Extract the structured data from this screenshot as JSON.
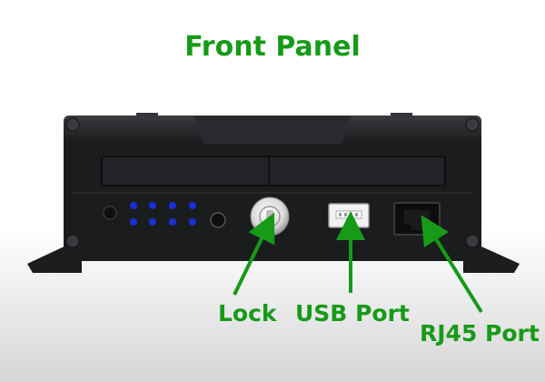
{
  "title": "Front Panel",
  "labels": {
    "lock": "Lock",
    "usb": "USB Port",
    "rj45": "RJ45 Port"
  },
  "colors": {
    "accent_green": "#169a18",
    "device_body": "#1b1c1e",
    "led_blue": "#1a2fd6"
  }
}
